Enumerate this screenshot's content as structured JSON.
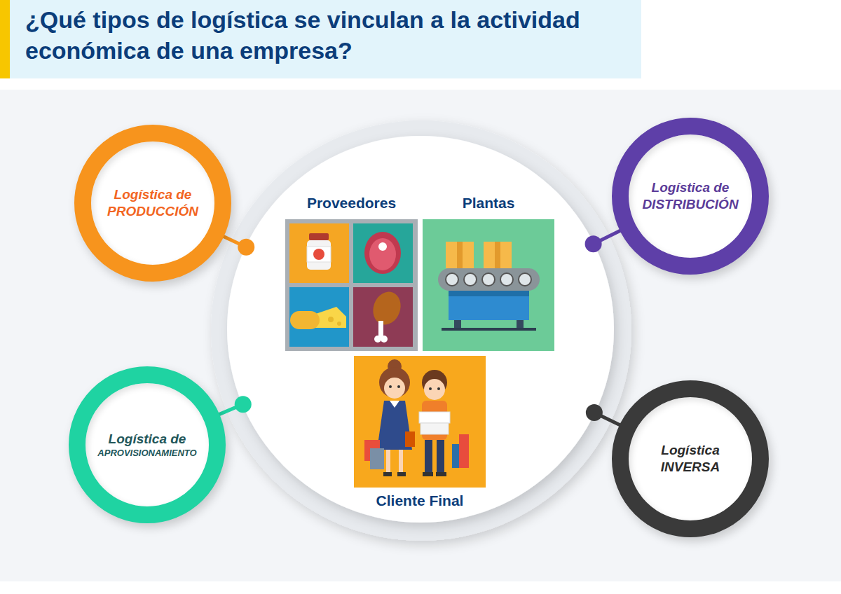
{
  "diagram": {
    "title": "¿Qué tipos de logística se vinculan a la actividad económica de una empresa?",
    "nodes": [
      {
        "text": []
      },
      {
        "text": [
          "Proveedores"
        ],
        "in": 0
      },
      {
        "text": [
          "Plantas"
        ],
        "in": 0
      },
      {
        "text": [
          "Cliente Final"
        ],
        "in": 0
      },
      {
        "text": [
          "Logística de",
          "PRODUCCIÓN"
        ]
      },
      {
        "text": [
          "Logística de",
          "DISTRIBUCIÓN"
        ]
      },
      {
        "text": [
          "Logística de",
          "APROVISIONAMIENTO"
        ]
      },
      {
        "text": [
          "Logística",
          "INVERSA"
        ]
      }
    ],
    "edges": [
      {
        "from": 4,
        "to": 0,
        "arrow": "none"
      },
      {
        "from": 5,
        "to": 0,
        "arrow": "none"
      },
      {
        "from": 6,
        "to": 0,
        "arrow": "none"
      },
      {
        "from": 7,
        "to": 0,
        "arrow": "none"
      }
    ]
  }
}
